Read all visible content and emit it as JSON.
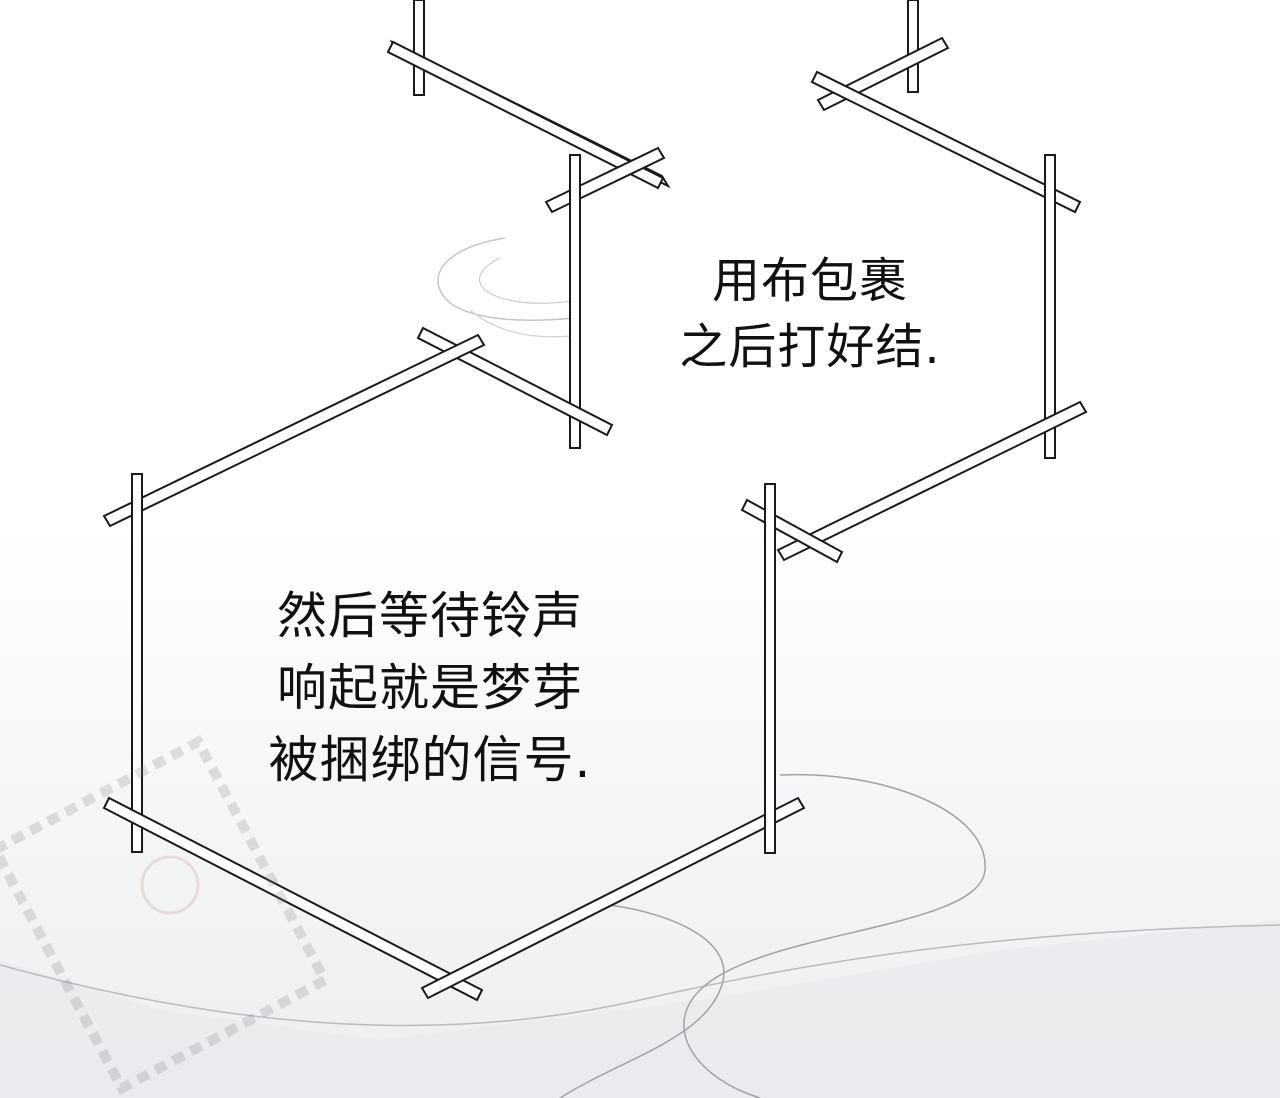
{
  "panel": {
    "bubble_top": {
      "lines": [
        "用布包裹",
        "之后打好结."
      ]
    },
    "bubble_bottom": {
      "lines": [
        "然后等待铃声",
        "响起就是梦芽",
        "被捆绑的信号."
      ]
    }
  },
  "colors": {
    "ink": "#111111",
    "line": "#1a1a1a",
    "paper": "#ffffff",
    "shade": "#eceef0"
  }
}
